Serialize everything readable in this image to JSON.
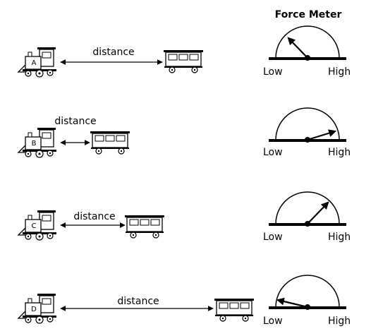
{
  "meter_title": "Force Meter",
  "gauge_low_label": "Low",
  "gauge_high_label": "High",
  "distance_label": "distance",
  "rows": [
    {
      "letter": "A",
      "needle_level": "low-mid"
    },
    {
      "letter": "B",
      "needle_level": "high"
    },
    {
      "letter": "C",
      "needle_level": "mid-high"
    },
    {
      "letter": "D",
      "needle_level": "low"
    }
  ]
}
